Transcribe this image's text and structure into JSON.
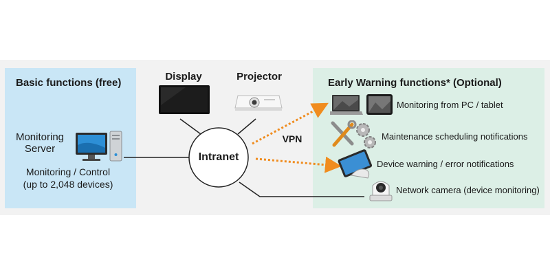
{
  "left_panel": {
    "heading": "Basic functions (free)",
    "server_label_line1": "Monitoring",
    "server_label_line2": "Server",
    "control_line1": "Monitoring / Control",
    "control_line2": "(up to 2,048 devices)"
  },
  "center": {
    "display_label": "Display",
    "projector_label": "Projector",
    "hub_label": "Intranet",
    "vpn_label": "VPN"
  },
  "right_panel": {
    "heading": "Early Warning functions* (Optional)",
    "items": [
      {
        "label": "Monitoring from PC / tablet",
        "icon": "laptop-tablet-icon"
      },
      {
        "label": "Maintenance scheduling notifications",
        "icon": "tools-gears-icon"
      },
      {
        "label": "Device warning / error notifications",
        "icon": "touch-tablet-icon"
      },
      {
        "label": "Network camera (device monitoring)",
        "icon": "camera-icon"
      }
    ]
  },
  "colors": {
    "left_panel": "#c9e6f6",
    "right_panel": "#dcefe6",
    "background": "#f2f2f2",
    "vpn_arrow": "#f08c1e"
  }
}
